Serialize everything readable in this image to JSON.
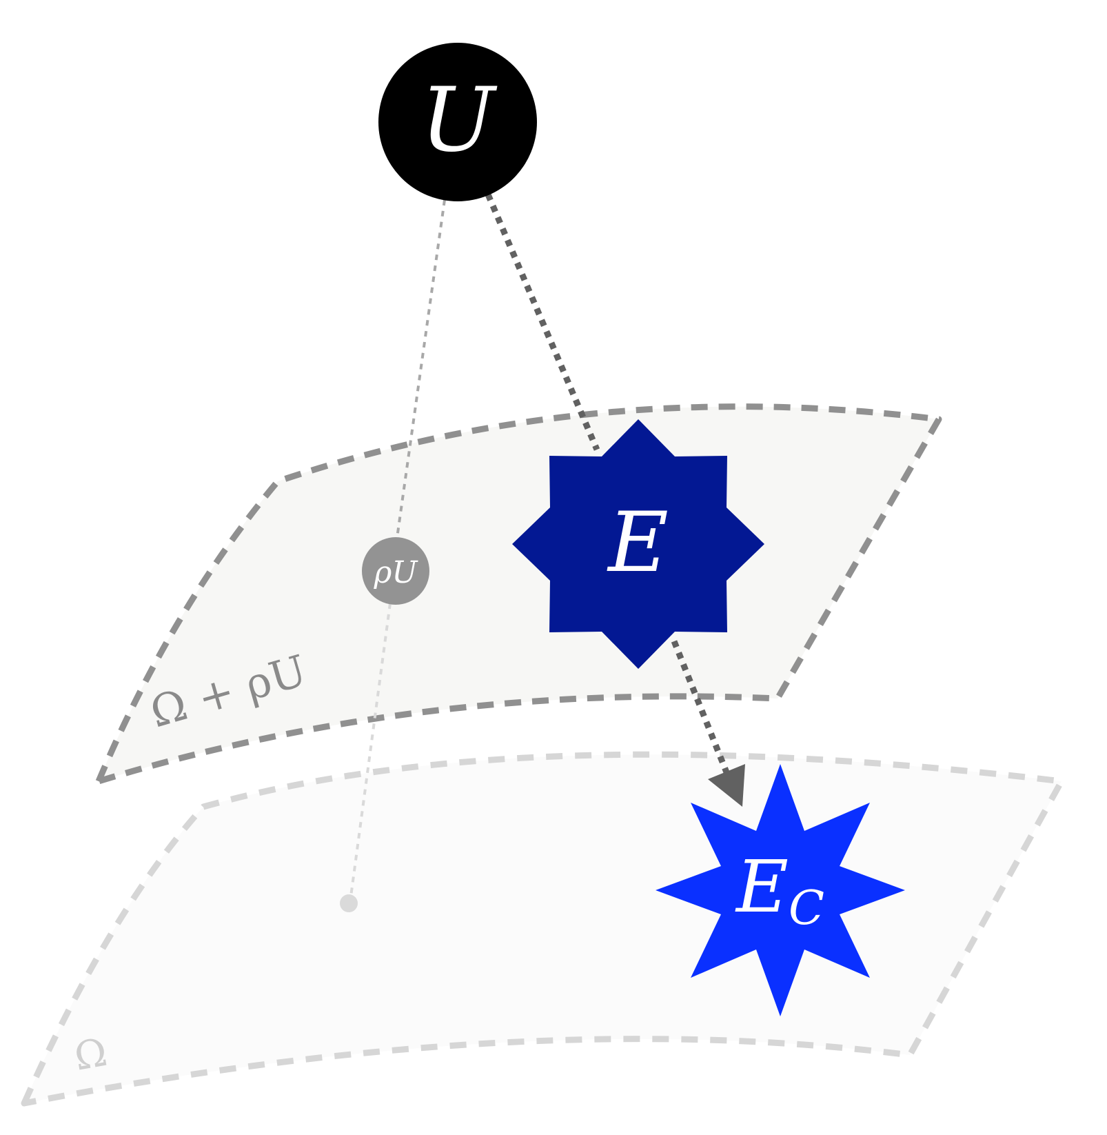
{
  "colors": {
    "background": "#ffffff",
    "upper_plane_fill": "#f7f7f5",
    "upper_plane_border": "#909090",
    "lower_plane_fill": "#fbfbfb",
    "lower_plane_border": "#d6d6d6",
    "dark_arrow": "#616161",
    "faint_line_upper": "#a8a8a8",
    "faint_line_lower": "#d9d9d9",
    "u_node": "#000000",
    "rho_u_node": "#939393",
    "projected_dot": "#dadada",
    "e_star": "#031893",
    "ec_star": "#0a30ff",
    "symbol_text": "#ffffff",
    "upper_label": "#8a8a8a",
    "lower_label": "#cfcfcf"
  },
  "nodes": {
    "u": {
      "label": "U",
      "shape": "circle"
    },
    "rho_u": {
      "label": "ρU",
      "shape": "circle"
    },
    "e": {
      "label": "E",
      "shape": "8-point-star"
    },
    "ec": {
      "label": "E",
      "subscript": "C",
      "shape": "8-point-spiky-star"
    }
  },
  "planes": {
    "upper": {
      "label": "Ω + ρU"
    },
    "lower": {
      "label": "Ω"
    }
  }
}
